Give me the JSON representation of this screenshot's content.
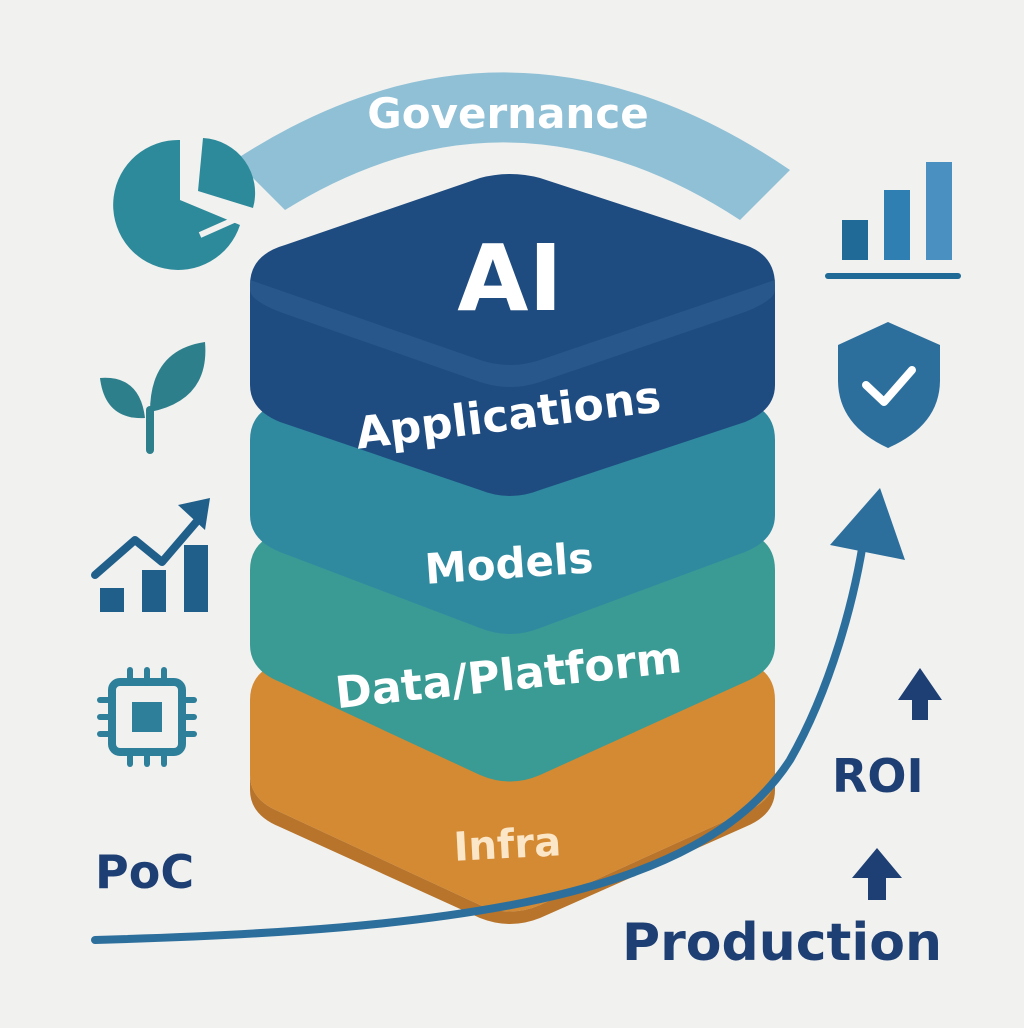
{
  "colors": {
    "background": "#f1f1ef",
    "navy": "#1f4c80",
    "blue_mid": "#2e5f94",
    "teal": "#2f8aa0",
    "teal_green": "#3a9a94",
    "orange": "#d48a32",
    "governance": "#8fc0d6",
    "pie": "#2d8a9a",
    "arrow": "#2d6f9c",
    "text_dark": "#1e3f73"
  },
  "governance_label": "Governance",
  "stack": {
    "top_label": "AI",
    "layers": [
      {
        "label": "Applications",
        "icon": "layer-applications"
      },
      {
        "label": "Models",
        "icon": "layer-models"
      },
      {
        "label": "Data/Platform",
        "icon": "layer-data-platform"
      },
      {
        "label": "Infra",
        "icon": "layer-infra"
      }
    ]
  },
  "labels": {
    "poc": "PoC",
    "roi": "ROI",
    "production": "Production"
  },
  "icons": {
    "left": [
      "pie-chart-icon",
      "leaf-icon",
      "growth-chart-icon",
      "chip-icon"
    ],
    "right": [
      "bar-chart-icon",
      "shield-check-icon"
    ]
  }
}
